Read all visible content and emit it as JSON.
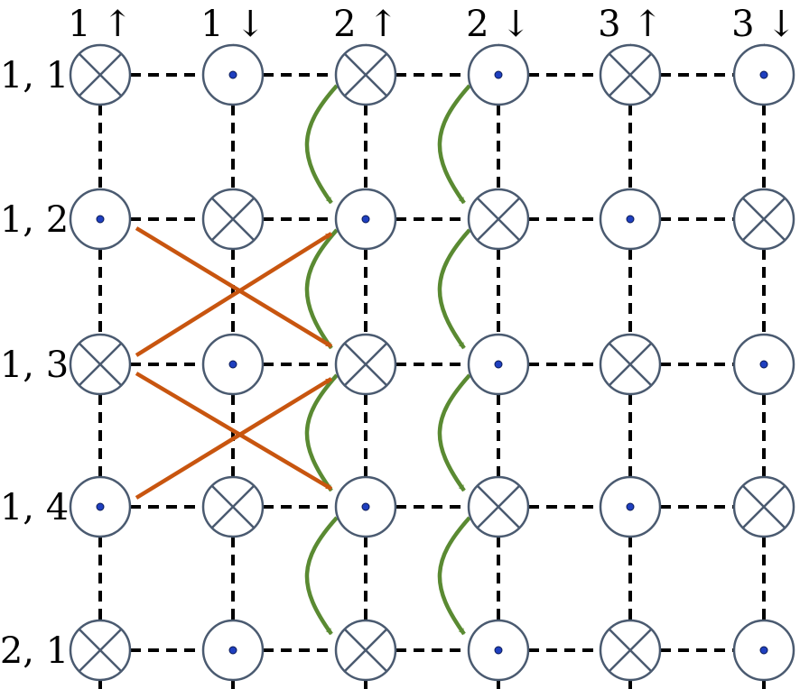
{
  "columns": [
    "1 ↑",
    "1 ↓",
    "2 ↑",
    "2 ↓",
    "3 ↑",
    "3 ↓"
  ],
  "rows": [
    "1, 1",
    "1, 2",
    "1, 3",
    "1, 4",
    "2, 1"
  ],
  "node_grid": [
    [
      "cross",
      "dot",
      "cross",
      "dot",
      "cross",
      "dot"
    ],
    [
      "dot",
      "cross",
      "dot",
      "cross",
      "dot",
      "cross"
    ],
    [
      "cross",
      "dot",
      "cross",
      "dot",
      "cross",
      "dot"
    ],
    [
      "dot",
      "cross",
      "dot",
      "cross",
      "dot",
      "cross"
    ],
    [
      "cross",
      "dot",
      "cross",
      "dot",
      "cross",
      "dot"
    ]
  ],
  "orange_arrows": [
    {
      "from": [
        1,
        0
      ],
      "to": [
        2,
        2
      ]
    },
    {
      "from": [
        2,
        0
      ],
      "to": [
        1,
        2
      ]
    },
    {
      "from": [
        2,
        0
      ],
      "to": [
        3,
        2
      ]
    },
    {
      "from": [
        3,
        0
      ],
      "to": [
        2,
        2
      ]
    }
  ],
  "green_arrow_columns": [
    2,
    3
  ],
  "colors": {
    "node_stroke": "#4a5a70",
    "dot": "#1f3fbf",
    "lattice": "#000000",
    "orange": "#c8550f",
    "green": "#5a8a32"
  }
}
